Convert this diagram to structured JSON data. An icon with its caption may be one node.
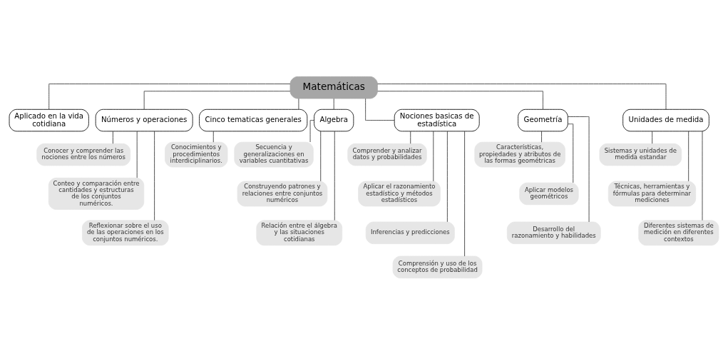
{
  "diagram": {
    "nodes": [
      {
        "text": [
          "Matemáticas"
        ]
      },
      {
        "text": [
          "Aplicado en la vida cotidiana"
        ]
      },
      {
        "text": [
          "Números y operaciones"
        ]
      },
      {
        "text": [
          "Cinco tematicas generales"
        ]
      },
      {
        "text": [
          "Conocimientos y procedimientos interdiciplinarios."
        ]
      },
      {
        "text": [
          "Algebra"
        ]
      },
      {
        "text": [
          "Nociones basicas de estadística"
        ]
      },
      {
        "text": [
          "Geometría"
        ]
      },
      {
        "text": [
          "Unidades de medida"
        ]
      },
      {
        "text": [
          "Conocer y comprender las nociones entre los números"
        ]
      },
      {
        "text": [
          "Conteo y comparación entre cantidades y estructuras de los conjuntos numéricos."
        ]
      },
      {
        "text": [
          "Reflexionar sobre el uso de las operaciones en los conjuntos numéricos."
        ]
      },
      {
        "text": [
          "Secuencia y generalizaciones en variables cuantitativas"
        ]
      },
      {
        "text": [
          "Construyendo patrones y relaciones entre conjuntos numéricos"
        ]
      },
      {
        "text": [
          "Relación entre el álgebra y las situaciones cotidianas"
        ]
      },
      {
        "text": [
          "Características, propiedades y atributos de las formas geométricas"
        ]
      },
      {
        "text": [
          "Aplicar modelos geométricos"
        ]
      },
      {
        "text": [
          "Desarrollo del razonamiento y habilidades"
        ]
      },
      {
        "text": [
          "Sistemas y unidades de medida estandar"
        ]
      },
      {
        "text": [
          "Técnicas, herramientas y fórmulas para determinar mediciones"
        ]
      },
      {
        "text": [
          "Diferentes sistemas de medición en diferentes contextos"
        ]
      },
      {
        "text": [
          "Comprender y analizar datos y probabilidades"
        ]
      },
      {
        "text": [
          "Aplicar el razonamiento estadístico y métodos estadísticos"
        ]
      },
      {
        "text": [
          "Inferencias y predicciones"
        ]
      },
      {
        "text": [
          "Comprensión y uso de los conceptos de probabilidad"
        ]
      }
    ],
    "edges": [
      {
        "from": 0,
        "to": 1,
        "arrow": "none"
      },
      {
        "from": 0,
        "to": 2,
        "arrow": "none"
      },
      {
        "from": 0,
        "to": 3,
        "arrow": "none"
      },
      {
        "from": 0,
        "to": 5,
        "arrow": "none"
      },
      {
        "from": 0,
        "to": 6,
        "arrow": "none"
      },
      {
        "from": 0,
        "to": 7,
        "arrow": "none"
      },
      {
        "from": 0,
        "to": 8,
        "arrow": "none"
      },
      {
        "from": 3,
        "to": 4,
        "arrow": "none"
      },
      {
        "from": 2,
        "to": 9,
        "arrow": "none"
      },
      {
        "from": 2,
        "to": 10,
        "arrow": "none"
      },
      {
        "from": 2,
        "to": 11,
        "arrow": "none"
      },
      {
        "from": 5,
        "to": 12,
        "arrow": "none"
      },
      {
        "from": 5,
        "to": 13,
        "arrow": "none"
      },
      {
        "from": 5,
        "to": 14,
        "arrow": "none"
      },
      {
        "from": 7,
        "to": 15,
        "arrow": "none"
      },
      {
        "from": 7,
        "to": 16,
        "arrow": "none"
      },
      {
        "from": 7,
        "to": 17,
        "arrow": "none"
      },
      {
        "from": 8,
        "to": 18,
        "arrow": "none"
      },
      {
        "from": 8,
        "to": 19,
        "arrow": "none"
      },
      {
        "from": 8,
        "to": 20,
        "arrow": "none"
      },
      {
        "from": 6,
        "to": 21,
        "arrow": "none"
      },
      {
        "from": 6,
        "to": 22,
        "arrow": "none"
      },
      {
        "from": 6,
        "to": 23,
        "arrow": "none"
      },
      {
        "from": 6,
        "to": 24,
        "arrow": "none"
      }
    ]
  }
}
